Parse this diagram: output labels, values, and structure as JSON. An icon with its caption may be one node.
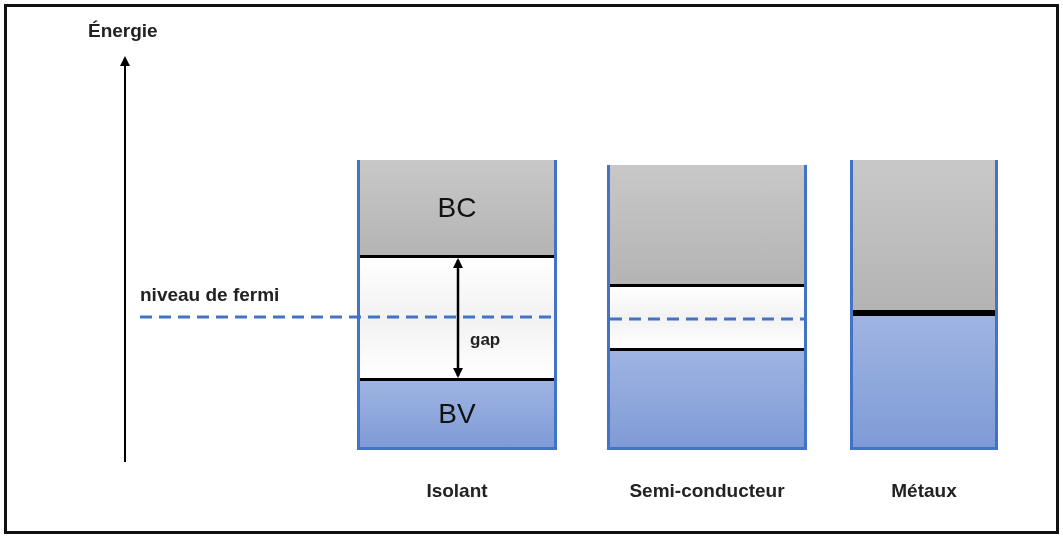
{
  "diagram": {
    "nodes": [
      {
        "text": [
          "Isolant"
        ]
      },
      {
        "text": [
          "BC"
        ],
        "in": 0
      },
      {
        "text": [
          "BV"
        ],
        "in": 0
      },
      {
        "text": [
          "Semi-conducteur"
        ]
      },
      {
        "text": [],
        "shape": "box",
        "in": 3
      },
      {
        "text": [],
        "shape": "box",
        "in": 3
      },
      {
        "text": [
          "Métaux"
        ]
      },
      {
        "text": [],
        "shape": "box",
        "in": 6
      },
      {
        "text": [],
        "shape": "box",
        "in": 6
      }
    ],
    "edges": [
      {
        "from": 1,
        "to": 2,
        "arrow": "both",
        "label": "gap"
      }
    ],
    "labels": [
      "Énergie",
      "niveau de fermi"
    ]
  }
}
